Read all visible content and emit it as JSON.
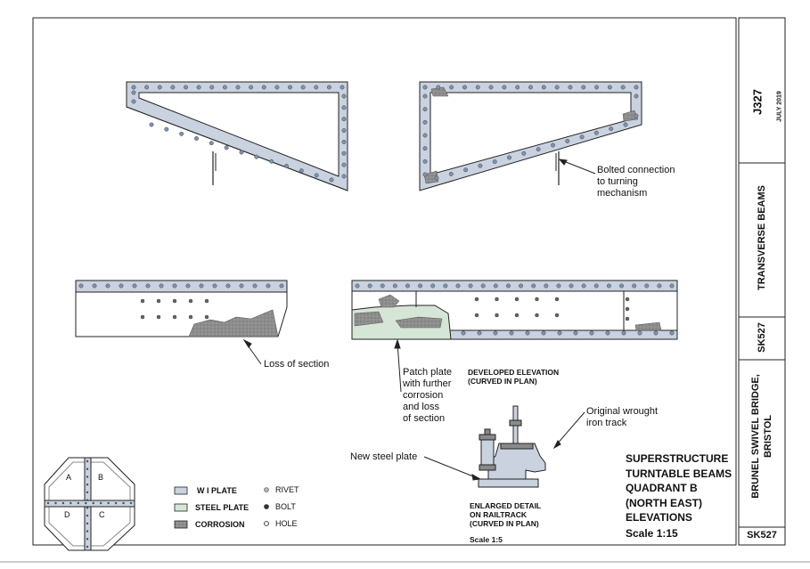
{
  "colors": {
    "wi_plate": "#c9d2de",
    "steel_plate": "#d6e6d6",
    "corrosion": "#8a8a8a",
    "rivet": "#7d93b5",
    "line": "#222222"
  },
  "labels": {
    "bolted_connection": "Bolted connection\nto turning\nmechanism",
    "loss_of_section": "Loss of section",
    "patch_plate": "Patch plate\nwith further\ncorrosion\nand loss\nof section",
    "developed_elevation": "DEVELOPED ELEVATION\n(CURVED IN PLAN)",
    "original_track": "Original wrought\niron track",
    "new_steel_plate": "New steel plate",
    "enlarged_detail": "ENLARGED DETAIL\nON RAILTRACK\n(CURVED IN PLAN)",
    "detail_scale": "Scale 1:5"
  },
  "title": {
    "main": "SUPERSTRUCTURE\nTURNTABLE BEAMS\nQUADRANT B\n(NORTH EAST)\nELEVATIONS",
    "scale": "Scale 1:15"
  },
  "key_plan": {
    "quadrants": [
      "A",
      "B",
      "D",
      "C"
    ]
  },
  "legend": {
    "items": [
      {
        "label": "W I PLATE",
        "icon": "wi-plate-swatch"
      },
      {
        "label": "STEEL PLATE",
        "icon": "steel-plate-swatch"
      },
      {
        "label": "CORROSION",
        "icon": "corrosion-swatch"
      }
    ],
    "symbols": [
      {
        "label": "RIVET",
        "icon": "rivet-icon"
      },
      {
        "label": "BOLT",
        "icon": "bolt-icon"
      },
      {
        "label": "HOLE",
        "icon": "hole-icon"
      }
    ]
  },
  "title_block": {
    "job_number": "J327",
    "date": "JULY 2019",
    "subject": "TRANSVERSE BEAMS",
    "sketch_ref": "SK527",
    "project": "BRUNEL SWIVEL BRIDGE,\nBRISTOL",
    "sheet_number": "SK527"
  }
}
